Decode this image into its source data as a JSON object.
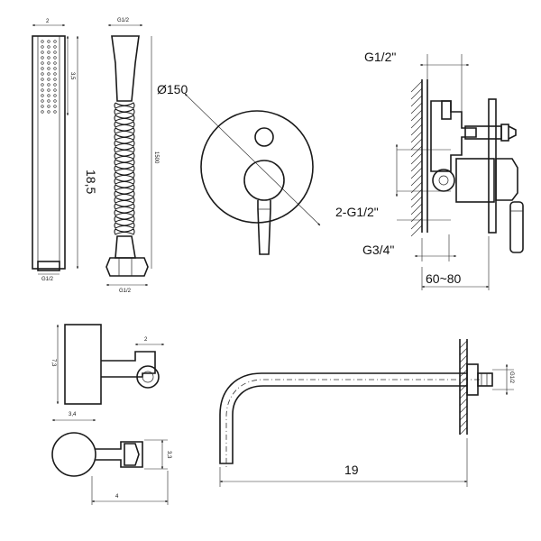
{
  "hand_shower": {
    "width_label": "2",
    "length_label": "18,5",
    "head_label": "3,5",
    "thread_label": "G1/2"
  },
  "hose": {
    "top_label": "G1/2",
    "length_label": "1500",
    "bottom_label": "G1/2"
  },
  "mixer_front": {
    "diameter_label": "Ø150"
  },
  "mixer_side": {
    "inlet_label": "G1/2\"",
    "outlets_label": "2-G1/2\"",
    "outlet_label": "G3/4\"",
    "depth_label": "60~80"
  },
  "holder": {
    "height_label": "7,3",
    "arm_label": "2",
    "diameter_label": "3,4",
    "offset_label": "3,3",
    "length_label": "4"
  },
  "spout": {
    "length_label": "19",
    "thread_label": "G1/2"
  }
}
